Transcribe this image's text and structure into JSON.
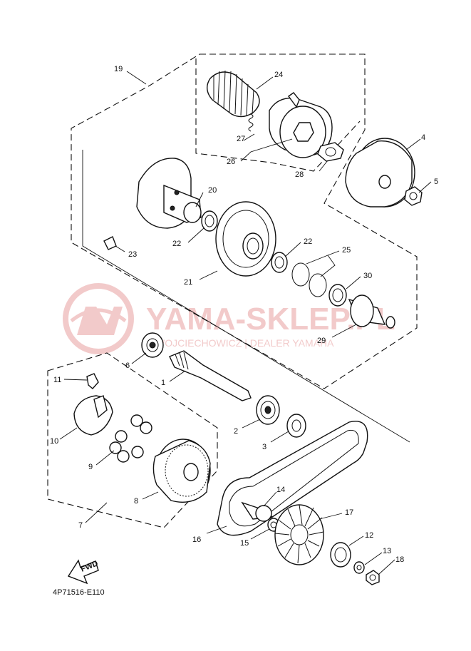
{
  "diagram": {
    "drawing_code": "4P71516-E110",
    "fwd_label": "FWD",
    "watermark": {
      "brand": "YAMA-SKLEP.PL",
      "subtitle": "WOJCIECHOWICZ | DEALER YAMAHA",
      "color": "#e8a0a0"
    },
    "callouts": [
      {
        "id": "c1",
        "label": "1"
      },
      {
        "id": "c2",
        "label": "2"
      },
      {
        "id": "c3",
        "label": "3"
      },
      {
        "id": "c4",
        "label": "4"
      },
      {
        "id": "c5",
        "label": "5"
      },
      {
        "id": "c6",
        "label": "6"
      },
      {
        "id": "c7",
        "label": "7"
      },
      {
        "id": "c8",
        "label": "8"
      },
      {
        "id": "c9",
        "label": "9"
      },
      {
        "id": "c10",
        "label": "10"
      },
      {
        "id": "c11",
        "label": "11"
      },
      {
        "id": "c12",
        "label": "12"
      },
      {
        "id": "c13",
        "label": "13"
      },
      {
        "id": "c14",
        "label": "14"
      },
      {
        "id": "c15",
        "label": "15"
      },
      {
        "id": "c16",
        "label": "16"
      },
      {
        "id": "c17",
        "label": "17"
      },
      {
        "id": "c18",
        "label": "18"
      },
      {
        "id": "c19",
        "label": "19"
      },
      {
        "id": "c20",
        "label": "20"
      },
      {
        "id": "c21",
        "label": "21"
      },
      {
        "id": "c22a",
        "label": "22"
      },
      {
        "id": "c22b",
        "label": "22"
      },
      {
        "id": "c23",
        "label": "23"
      },
      {
        "id": "c24",
        "label": "24"
      },
      {
        "id": "c25",
        "label": "25"
      },
      {
        "id": "c26",
        "label": "26"
      },
      {
        "id": "c27",
        "label": "27"
      },
      {
        "id": "c28",
        "label": "28"
      },
      {
        "id": "c29",
        "label": "29"
      },
      {
        "id": "c30",
        "label": "30"
      }
    ]
  }
}
